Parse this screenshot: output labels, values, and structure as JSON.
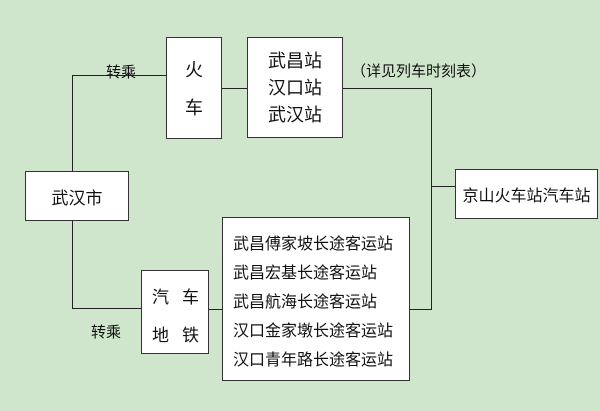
{
  "nodes": {
    "wuhan_city": "武汉市",
    "train_top": "火",
    "train_bottom": "车",
    "jingshan_station": "京山火车站汽车站",
    "bus_metro": {
      "top_left": "汽",
      "top_right": "车",
      "bottom_left": "地",
      "bottom_right": "铁"
    }
  },
  "stations": [
    "武昌站",
    "汉口站",
    "武汉站"
  ],
  "coach_stations": [
    "武昌傅家坡长途客运站",
    "武昌宏基长途客运站",
    "武昌航海长途客运站",
    "汉口金家墩长途客运站",
    "汉口青年路长途客运站"
  ],
  "labels": {
    "transfer_top": "转乘",
    "transfer_bottom": "转乘",
    "detail_note": "（详见列车时刻表）"
  }
}
